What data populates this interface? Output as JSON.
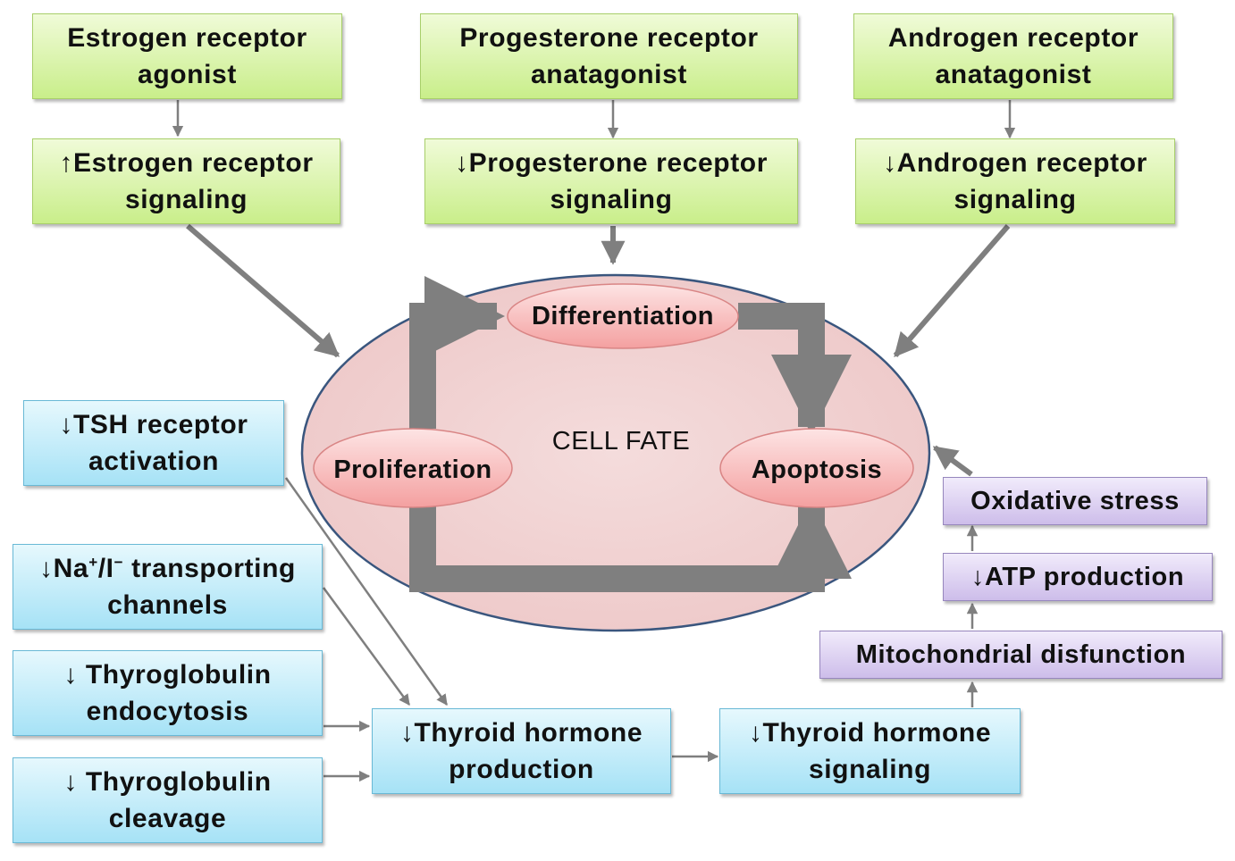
{
  "top": {
    "estrogen_agonist": [
      "Estrogen receptor",
      "agonist"
    ],
    "progesterone_antagonist": [
      "Progesterone receptor",
      "anatagonist"
    ],
    "androgen_antagonist": [
      "Androgen receptor",
      "anatagonist"
    ],
    "estrogen_signaling": [
      "↑Estrogen receptor",
      "signaling"
    ],
    "progesterone_signaling": [
      "↓Progesterone receptor",
      "signaling"
    ],
    "androgen_signaling": [
      "↓Androgen receptor",
      "signaling"
    ]
  },
  "cell_fate": {
    "title": "CELL FATE",
    "differentiation": "Differentiation",
    "proliferation": "Proliferation",
    "apoptosis": "Apoptosis"
  },
  "thyroid": {
    "tsh": [
      "↓TSH receptor",
      "activation"
    ],
    "na_line1": {
      "prefix": "↓Na",
      "sup1": "+",
      "mid": "/I",
      "sup2": "−",
      "suffix": " transporting"
    },
    "na_line2": "channels",
    "endocytosis": [
      "↓ Thyroglobulin",
      "endocytosis"
    ],
    "cleavage": [
      "↓ Thyroglobulin",
      "cleavage"
    ],
    "production": [
      "↓Thyroid hormone",
      "production"
    ],
    "signaling": [
      "↓Thyroid hormone",
      "signaling"
    ]
  },
  "mito": {
    "oxidative": "Oxidative stress",
    "atp": "↓ATP production",
    "dysfunction": "Mitochondrial disfunction"
  },
  "colors": {
    "green_box": "#c9ee8a",
    "blue_box": "#a6e2f6",
    "purple_box": "#cdbdea",
    "ellipse_fill": "#f2d4d4",
    "ellipse_stroke": "#3a567e",
    "oval_fill": "#f7a9a9",
    "arrow": "#7f7f7f"
  }
}
